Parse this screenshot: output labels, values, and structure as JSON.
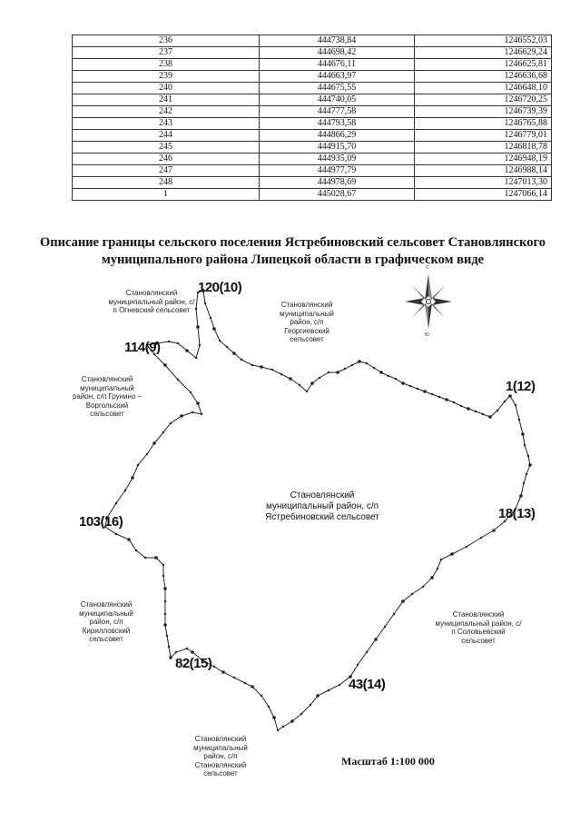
{
  "table": {
    "rows": [
      [
        "236",
        "444738,84",
        "1246552,03"
      ],
      [
        "237",
        "444698,42",
        "1246629,24"
      ],
      [
        "238",
        "444676,11",
        "1246625,81"
      ],
      [
        "239",
        "444663,97",
        "1246636,68"
      ],
      [
        "240",
        "444675,55",
        "1246648,10"
      ],
      [
        "241",
        "444740,05",
        "1246720,25"
      ],
      [
        "242",
        "444777,58",
        "1246739,39"
      ],
      [
        "243",
        "444793,58",
        "1246765,88"
      ],
      [
        "244",
        "444866,29",
        "1246779,01"
      ],
      [
        "245",
        "444915,70",
        "1246818,78"
      ],
      [
        "246",
        "444935,09",
        "1246948,19"
      ],
      [
        "247",
        "444977,79",
        "1246988,14"
      ],
      [
        "248",
        "444978,69",
        "1247013,30"
      ],
      [
        "1",
        "445028,67",
        "1247066,14"
      ]
    ]
  },
  "title": "Описание границы сельского поселения Ястребиновский сельсовет Становлянского муниципального района Липецкой области в графическом виде",
  "labels": {
    "north_west": "Становлянский муниципальный район, с/п Огневский сельсовет",
    "north": "Становлянский муниципальный район, с/п Георгиевский сельсовет",
    "west": "Становлянский муниципальный район, с/п Грунино – Воргольский сельсовет",
    "center": "Становлянский муниципальный район, с/п Ястребиновский сельсовет",
    "south_west": "Становлянский муниципальный район, с/п Кирилловский сельсовет",
    "south_east": "Становлянский муниципальный район, с/п Соловьевский сельсовет",
    "south": "Становлянский муниципальный район, с/п Становлянский сельсовет"
  },
  "points": {
    "p120": "120(10)",
    "p114": "114(9)",
    "p1": "1(12)",
    "p103": "103(16)",
    "p18": "18(13)",
    "p82": "82(15)",
    "p43": "43(14)"
  },
  "compass": {
    "north": "С",
    "south": "Ю"
  },
  "scale": "Масштаб 1:100 000"
}
